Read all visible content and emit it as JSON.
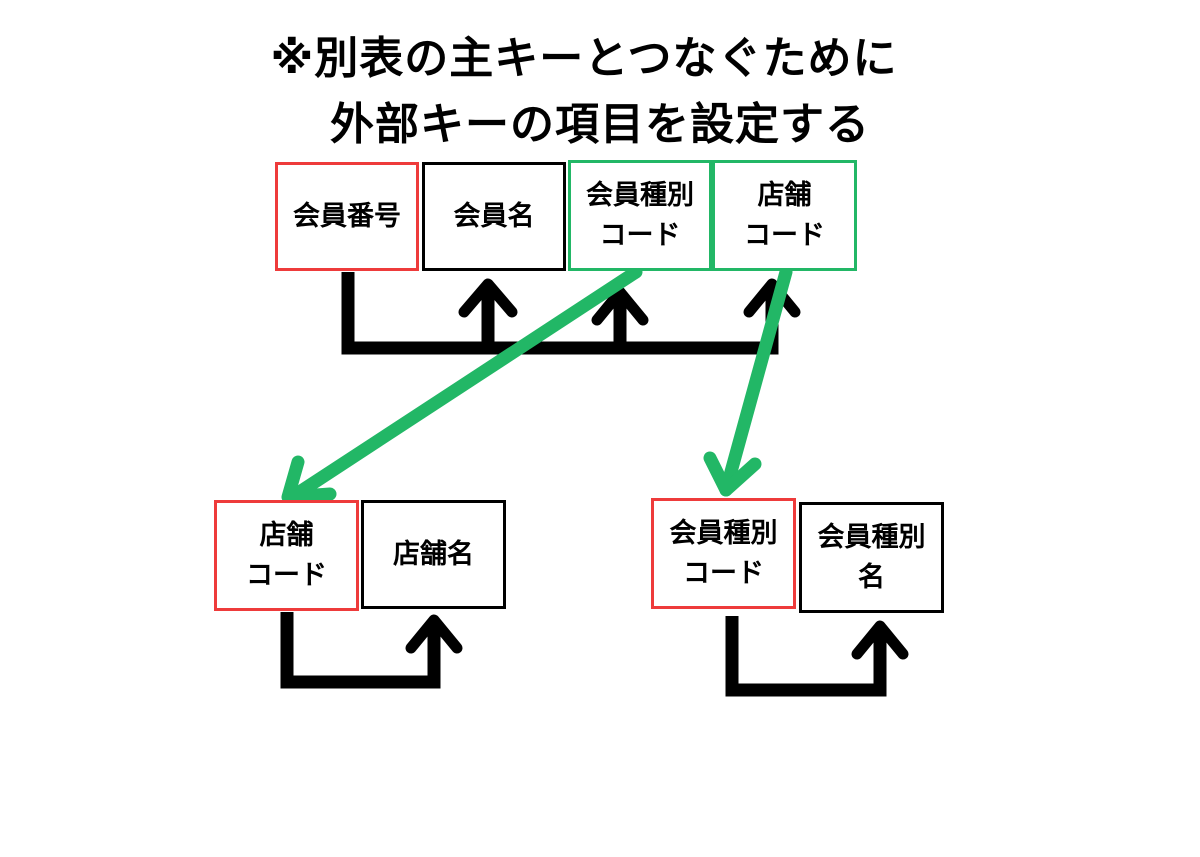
{
  "title": {
    "line1": "※別表の主キーとつなぐために",
    "line2": "外部キーの項目を設定する"
  },
  "colors": {
    "primary_key_border": "#ee3b3b",
    "foreign_key_border": "#22b766",
    "normal_border": "#000000",
    "relation_arrow": "#22b766",
    "dependency_arrow": "#000000"
  },
  "main_table": {
    "member_no": "会員番号",
    "member_name": "会員名",
    "member_type_code": "会員種別\nコード",
    "store_code": "店舗\nコード"
  },
  "store_table": {
    "store_code": "店舗\nコード",
    "store_name": "店舗名"
  },
  "member_type_table": {
    "member_type_code": "会員種別\nコード",
    "member_type_name": "会員種別\n名"
  }
}
